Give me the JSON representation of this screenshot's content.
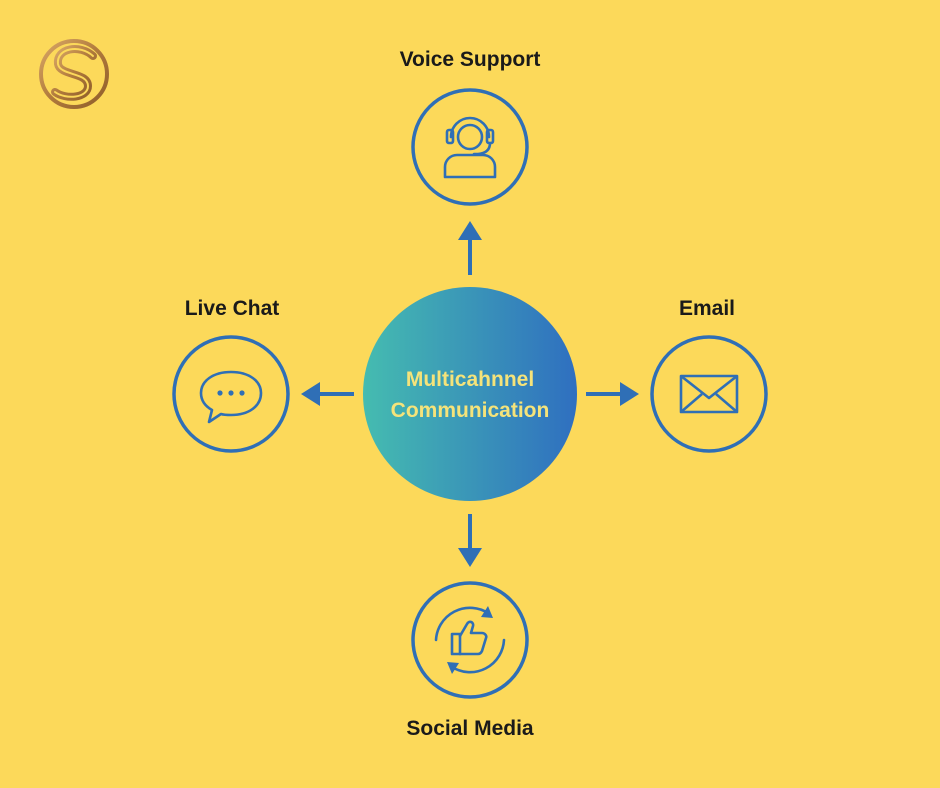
{
  "center": {
    "line1": "Multicahnnel",
    "line2": "Communication"
  },
  "channels": {
    "top": {
      "label": "Voice Support",
      "icon": "headset-agent-icon"
    },
    "left": {
      "label": "Live Chat",
      "icon": "chat-bubble-icon"
    },
    "right": {
      "label": "Email",
      "icon": "envelope-icon"
    },
    "bottom": {
      "label": "Social Media",
      "icon": "social-like-icon"
    }
  },
  "colors": {
    "background": "#fcd95a",
    "accent": "#2f6fb6",
    "center_gradient_start": "#45bcb0",
    "center_gradient_end": "#2f6fc0",
    "center_text": "#f5e37a",
    "logo_gold": "#b8864a"
  }
}
